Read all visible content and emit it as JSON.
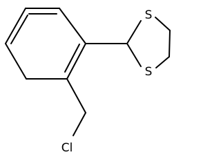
{
  "molecule": {
    "atoms": {
      "sulfur_top": "S",
      "sulfur_bottom": "S",
      "chlorine": "Cl"
    }
  }
}
